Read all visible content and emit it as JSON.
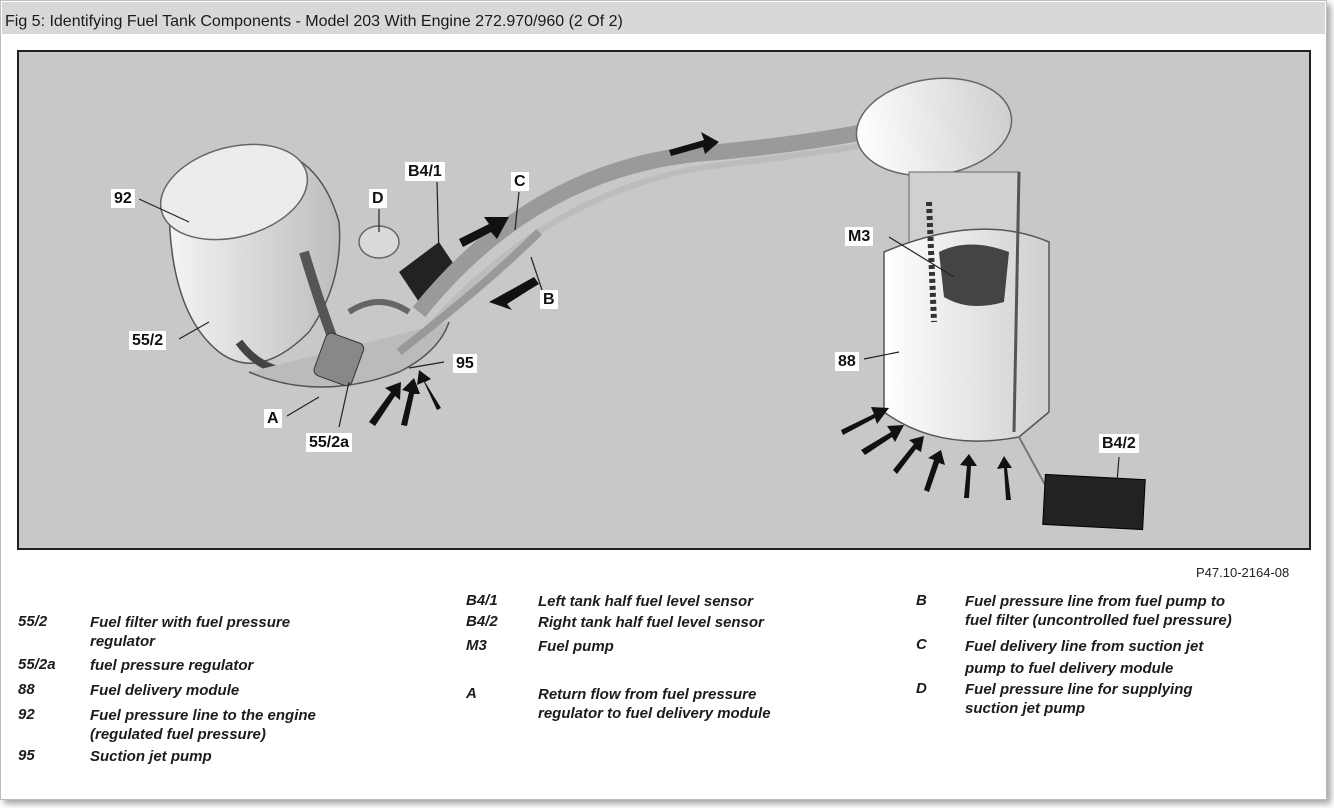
{
  "title": "Fig 5: Identifying Fuel Tank Components - Model 203 With Engine 272.970/960 (2 Of 2)",
  "figure_code": "P47.10-2164-08",
  "callouts": {
    "c92": "92",
    "cD": "D",
    "cB41": "B4/1",
    "cC": "C",
    "cB": "B",
    "c552": "55/2",
    "c95": "95",
    "cA": "A",
    "c552a": "55/2a",
    "cM3": "M3",
    "c88": "88",
    "cB42": "B4/2"
  },
  "legend": {
    "col1": [
      {
        "key": "55/2",
        "desc": "Fuel filter with fuel pressure\nregulator"
      },
      {
        "key": "55/2a",
        "desc": "fuel pressure regulator"
      },
      {
        "key": "88",
        "desc": "Fuel delivery module"
      },
      {
        "key": "92",
        "desc": "Fuel pressure line to the engine\n(regulated fuel pressure)"
      },
      {
        "key": "95",
        "desc": "Suction jet pump"
      }
    ],
    "col2": [
      {
        "key": "B4/1",
        "desc": "Left tank half fuel level sensor"
      },
      {
        "key": "B4/2",
        "desc": "Right tank half fuel level sensor"
      },
      {
        "key": "M3",
        "desc": "Fuel pump"
      },
      {
        "key": "A",
        "desc": "Return flow from fuel pressure\nregulator to fuel delivery module"
      }
    ],
    "col3": [
      {
        "key": "B",
        "desc": "Fuel pressure line from fuel pump to\nfuel filter (uncontrolled fuel pressure)"
      },
      {
        "key": "C",
        "desc": "Fuel delivery line from suction jet\npump to fuel delivery module"
      },
      {
        "key": "D",
        "desc": "Fuel pressure line for supplying\nsuction jet pump"
      }
    ]
  }
}
